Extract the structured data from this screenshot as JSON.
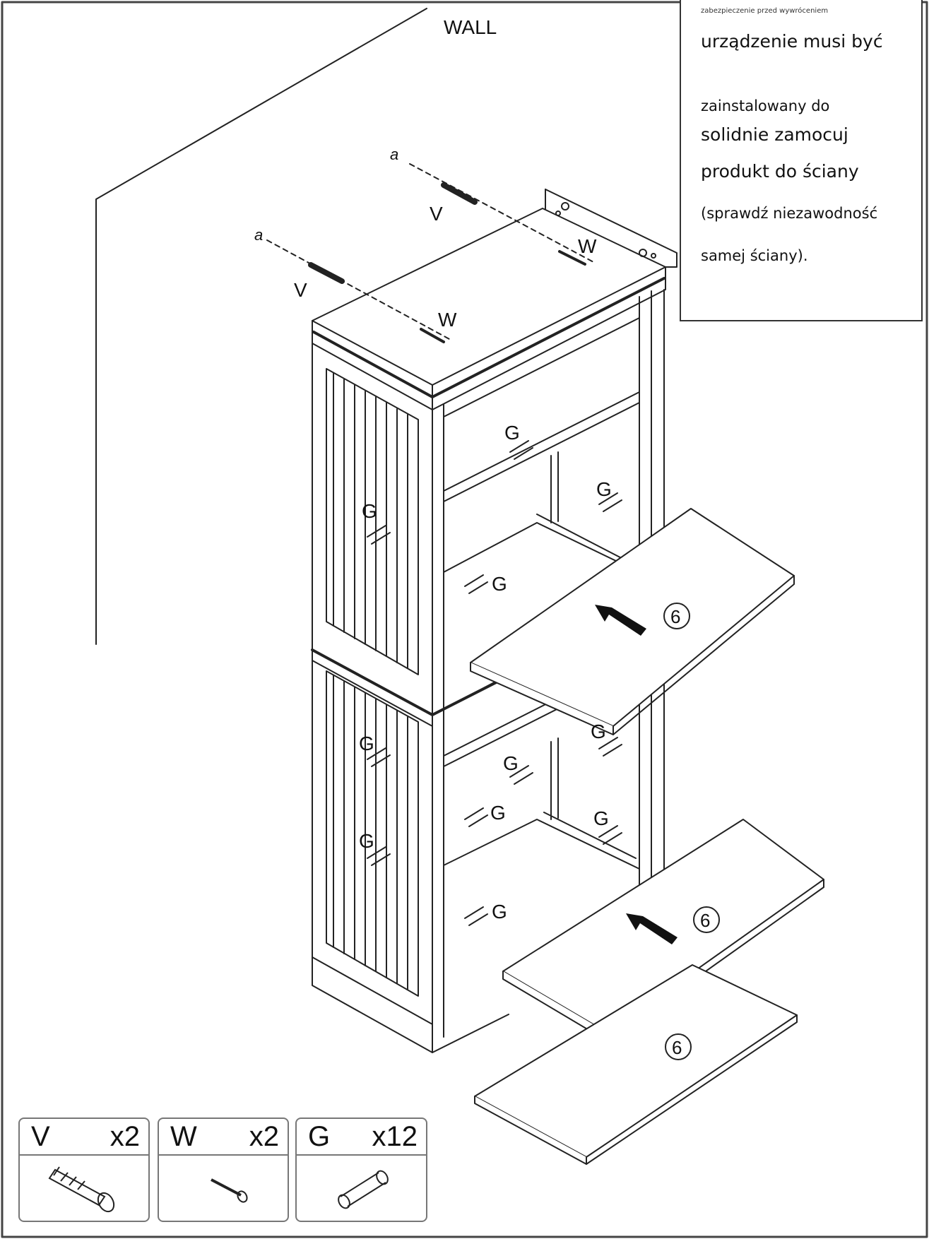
{
  "wall_label": "WALL",
  "note": {
    "heading": "zabezpieczenie przed wywróceniem",
    "lines": [
      "urządzenie musi być",
      "zainstalowany do",
      "solidnie zamocuj",
      "produkt do ściany",
      "(sprawdź niezawodność",
      "samej ściany)."
    ]
  },
  "callouts": {
    "anchor": "V",
    "screw": "W",
    "dowel": "G",
    "drill_mark": "a",
    "shelf_step": "6"
  },
  "parts": [
    {
      "letter": "V",
      "qty": "x2",
      "icon": "wall-anchor-icon"
    },
    {
      "letter": "W",
      "qty": "x2",
      "icon": "screw-icon"
    },
    {
      "letter": "G",
      "qty": "x12",
      "icon": "dowel-icon"
    }
  ],
  "colors": {
    "line": "#222222",
    "frame": "#333333"
  }
}
